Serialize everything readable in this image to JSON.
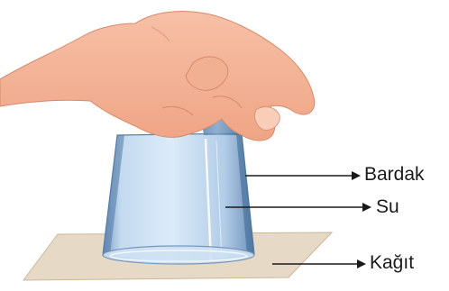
{
  "labels": {
    "glass": "Bardak",
    "water": "Su",
    "paper": "Kağıt"
  },
  "colors": {
    "skin": "#f4b094",
    "skin_shadow": "#e79a7e",
    "glass": "#b8d3ec",
    "glass_edge": "#5b7fa6",
    "paper": "#e6dac6",
    "paper_edge": "#c9b79b",
    "arrow": "#1a1a1a"
  }
}
